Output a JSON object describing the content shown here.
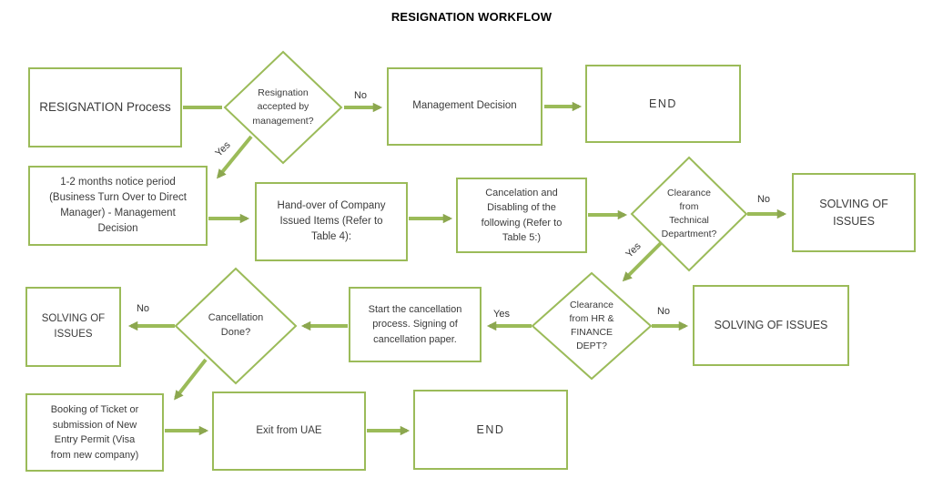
{
  "header": {
    "title": "RESIGNATION WORKFLOW"
  },
  "colors": {
    "accent": "#9bbb59",
    "arrowhead": "#8ca74f",
    "text": "#3b3b3b"
  },
  "nodes": {
    "resignation_process": {
      "type": "process",
      "label": "RESIGNATION Process"
    },
    "accepted_diamond": {
      "type": "decision",
      "label": "Resignation\naccepted by\nmanagement?"
    },
    "management_decision": {
      "type": "process",
      "label": "Management Decision"
    },
    "end_top": {
      "type": "terminal",
      "label": "END"
    },
    "notice_period": {
      "type": "process",
      "label": "1-2 months notice period\n(Business Turn Over  to Direct\nManager) - Management\nDecision"
    },
    "handover": {
      "type": "process",
      "label": "Hand-over of Company\nIssued Items (Refer to\nTable 4):"
    },
    "cancelation_disabling": {
      "type": "process",
      "label": "Cancelation and\nDisabling of the\nfollowing (Refer to\nTable 5:)"
    },
    "technical_diamond": {
      "type": "decision",
      "label": "Clearance\nfrom\nTechnical\nDepartment?"
    },
    "solving_row2": {
      "type": "process",
      "label": "SOLVING OF\nISSUES"
    },
    "solving_row3_left": {
      "type": "process",
      "label": "SOLVING OF\nISSUES"
    },
    "cancellation_done_diamond": {
      "type": "decision",
      "label": "Cancellation\nDone?"
    },
    "start_cancellation": {
      "type": "process",
      "label": "Start the cancellation\nprocess. Signing of\ncancellation paper."
    },
    "hr_finance_diamond": {
      "type": "decision",
      "label": "Clearance\nfrom HR &\nFINANCE\nDEPT?"
    },
    "solving_row3_right": {
      "type": "process",
      "label": "SOLVING OF ISSUES"
    },
    "booking_ticket": {
      "type": "process",
      "label": "Booking of Ticket or\nsubmission of New\nEntry Permit (Visa\nfrom new company)"
    },
    "exit_uae": {
      "type": "process",
      "label": "Exit from UAE"
    },
    "end_bottom": {
      "type": "terminal",
      "label": "END"
    }
  },
  "edge_labels": {
    "accepted_no": "No",
    "accepted_yes": "Yes",
    "technical_no": "No",
    "technical_yes": "Yes",
    "hr_yes": "Yes",
    "hr_no": "No",
    "cancellation_no": "No"
  }
}
